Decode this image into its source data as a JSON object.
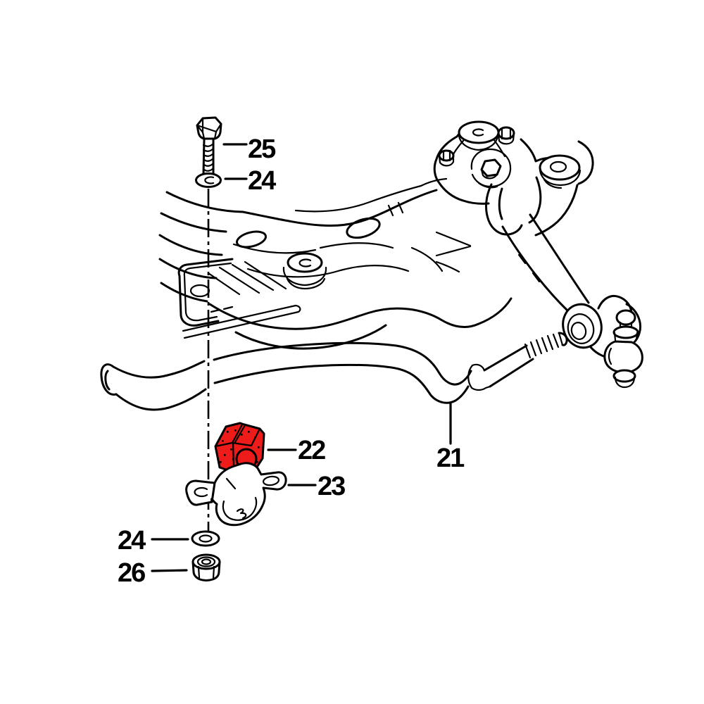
{
  "diagram": {
    "background": "#ffffff",
    "line_color": "#000000",
    "highlight_color": "#ed1c1a",
    "labels": {
      "stabilizer_bar": "21",
      "bushing": "22",
      "clamp_bracket": "23",
      "washer_top": "24",
      "washer_bottom": "24",
      "bolt": "25",
      "nut": "26"
    }
  }
}
